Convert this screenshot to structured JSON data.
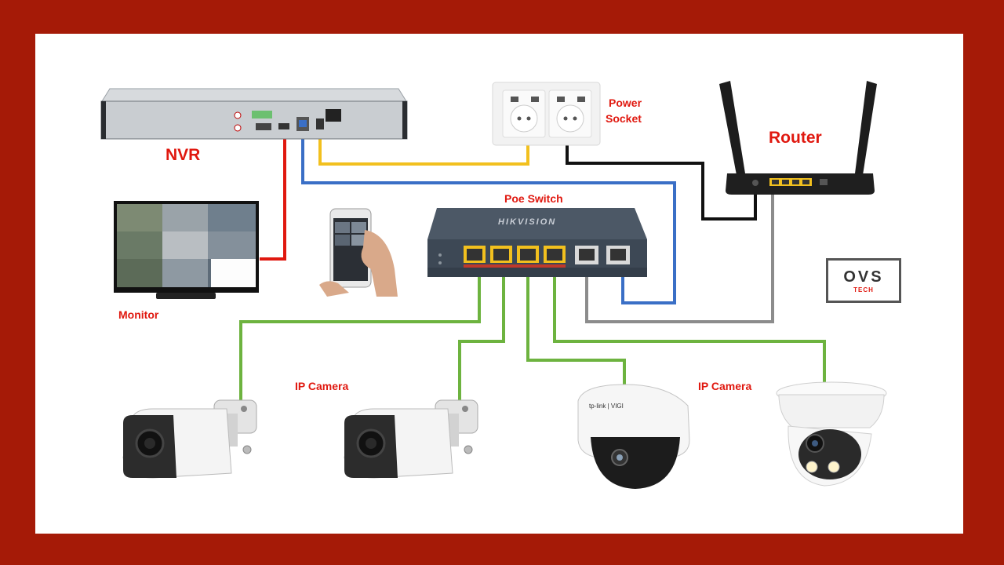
{
  "labels": {
    "nvr": "NVR",
    "router": "Router",
    "power_socket_line1": "Power",
    "power_socket_line2": "Socket",
    "poe_switch": "Poe Switch",
    "monitor": "Monitor",
    "ip_camera_left": "IP Camera",
    "ip_camera_right": "IP Camera"
  },
  "switch_brand": "HIKVISION",
  "dome_camera_brand": "tp-link | VIGI",
  "logo": {
    "main": "OVS",
    "sub": "TECH"
  },
  "colors": {
    "frame": "#a51a07",
    "label": "#e0180f",
    "hdmi_cable": "#e0180f",
    "power_cable": "#f2c01e",
    "lan_cable_nvr": "#3a6fc6",
    "router_power_cable": "#111111",
    "uplink_cable": "#8c8c8c",
    "camera_cable": "#6db33f"
  }
}
